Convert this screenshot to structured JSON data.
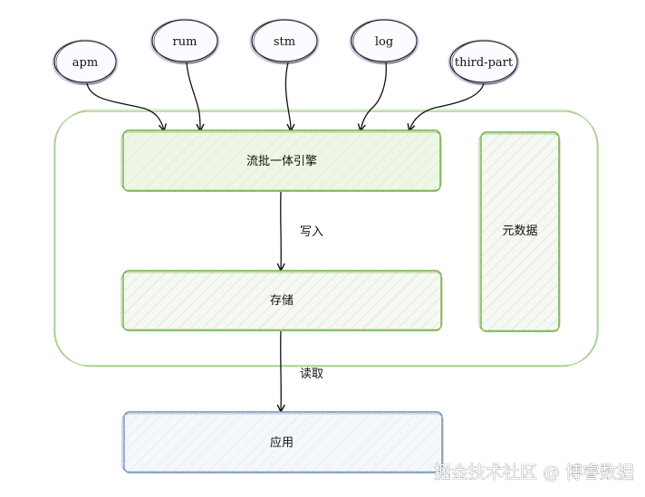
{
  "sources": [
    {
      "id": "apm",
      "label": "apm"
    },
    {
      "id": "rum",
      "label": "rum"
    },
    {
      "id": "stm",
      "label": "stm"
    },
    {
      "id": "log",
      "label": "log"
    },
    {
      "id": "third-part",
      "label": "third-part"
    }
  ],
  "nodes": {
    "engine": "流批一体引擎",
    "storage": "存储",
    "metadata": "元数据",
    "application": "应用"
  },
  "edges": {
    "write": "写入",
    "read": "读取"
  },
  "watermark": "掘金技术社区 @ 博睿数据",
  "colors": {
    "ellipse_stroke": "#222222",
    "ellipse_fill": "#fdfbff",
    "ellipse_glow": "#b8a2d8",
    "container_stroke": "#9bc77a",
    "engine_stroke": "#6fae45",
    "engine_fill": "#eef6e6",
    "hatch": "#cfd8c4",
    "app_stroke": "#6f8fb5",
    "app_fill": "#f3f7fa",
    "arrow": "#111111"
  }
}
